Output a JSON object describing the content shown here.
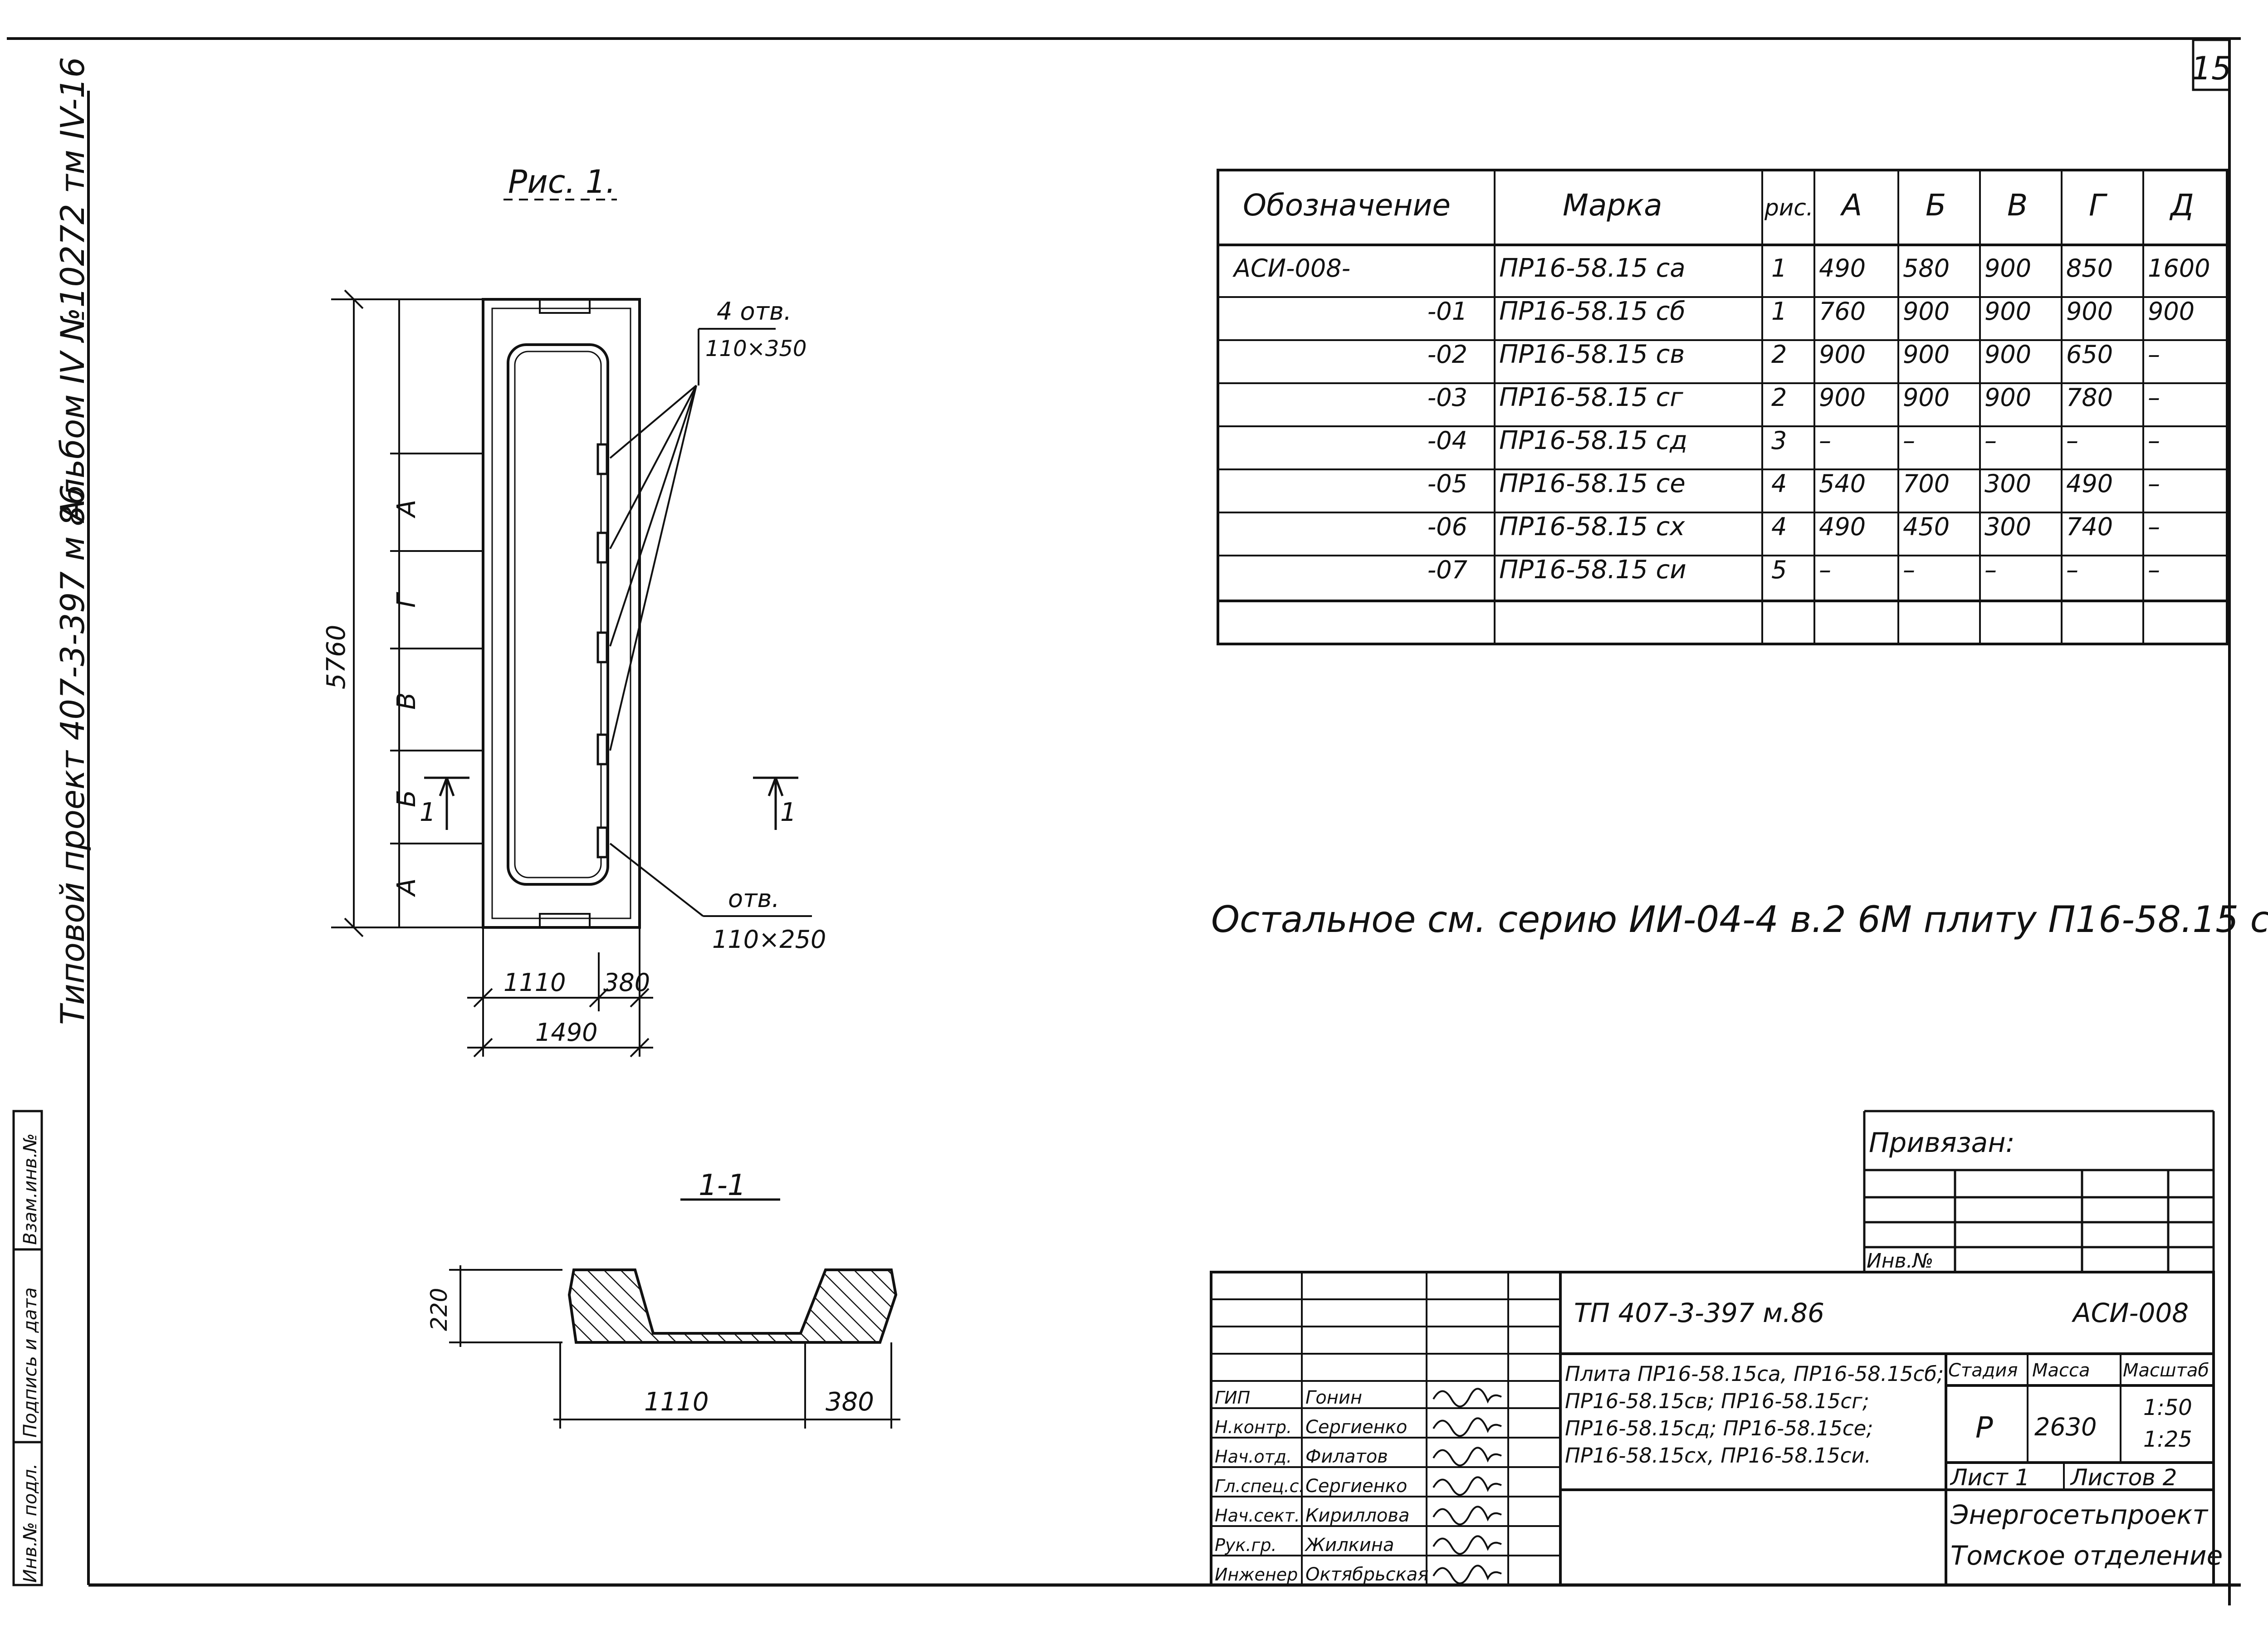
{
  "sheet_number": "15",
  "side_stamp": {
    "album_text": "Альбом IV №10272 тм IV-16",
    "project_text": "Типовой проект 407-3-397 м 86",
    "cells": [
      "Инв.№ подл.",
      "Подпись и дата",
      "Взам.инв.№"
    ]
  },
  "figure": {
    "title": "Рис. 1.",
    "section_title": "1-1",
    "holes_top": "4 отв.",
    "holes_top_size": "110×350",
    "hole_bottom": "отв.",
    "hole_bottom_size": "110×250",
    "dim_total_length": "5760",
    "dim_letters": [
      "А",
      "Г",
      "В",
      "Б",
      "А"
    ],
    "dim_1110": "1110",
    "dim_380": "380",
    "dim_1490": "1490",
    "section_mark": "1",
    "sec_dim_220": "220",
    "sec_dim_1110": "1110",
    "sec_dim_380": "380"
  },
  "table": {
    "headers": [
      "Обозначение",
      "Марка",
      "рис.",
      "А",
      "Б",
      "В",
      "Г",
      "Д"
    ],
    "rows": [
      [
        "АСИ-008-",
        "ПР16-58.15 са",
        "1",
        "490",
        "580",
        "900",
        "850",
        "1600"
      ],
      [
        "-01",
        "ПР16-58.15 сб",
        "1",
        "760",
        "900",
        "900",
        "900",
        "900"
      ],
      [
        "-02",
        "ПР16-58.15 св",
        "2",
        "900",
        "900",
        "900",
        "650",
        "–"
      ],
      [
        "-03",
        "ПР16-58.15 сг",
        "2",
        "900",
        "900",
        "900",
        "780",
        "–"
      ],
      [
        "-04",
        "ПР16-58.15 сд",
        "3",
        "–",
        "–",
        "–",
        "–",
        "–"
      ],
      [
        "-05",
        "ПР16-58.15 се",
        "4",
        "540",
        "700",
        "300",
        "490",
        "–"
      ],
      [
        "-06",
        "ПР16-58.15 сх",
        "4",
        "490",
        "450",
        "300",
        "740",
        "–"
      ],
      [
        "-07",
        "ПР16-58.15 си",
        "5",
        "–",
        "–",
        "–",
        "–",
        "–"
      ],
      [
        "",
        "",
        "",
        "",
        "",
        "",
        "",
        ""
      ]
    ]
  },
  "note": "Остальное см. серию ИИ-04-4 в.2 6М плиту П16-58.15 с",
  "privyazan": {
    "title": "Привязан:",
    "inv_label": "Инв.№"
  },
  "title_block": {
    "doc_code": "ТП 407-3-397 м.86",
    "doc_id": "АСИ-008",
    "description": [
      "Плита ПР16-58.15са, ПР16-58.15сб;",
      "ПР16-58.15св; ПР16-58.15сг;",
      "ПР16-58.15сд; ПР16-58.15се;",
      "ПР16-58.15сх, ПР16-58.15си."
    ],
    "stage_label": "Стадия",
    "mass_label": "Масса",
    "scale_label": "Масштаб",
    "stage_value": "Р",
    "mass_value": "2630",
    "scale_values": [
      "1:50",
      "1:25"
    ],
    "sheet_label": "Лист 1",
    "sheets_label": "Листов 2",
    "org_name": "Энергосетьпроект",
    "org_dept": "Томское отделение",
    "staff": [
      {
        "role": "ГИП",
        "name": "Гонин"
      },
      {
        "role": "Н.контр.",
        "name": "Сергиенко"
      },
      {
        "role": "Нач.отд.",
        "name": "Филатов"
      },
      {
        "role": "Гл.спец.с.",
        "name": "Сергиенко"
      },
      {
        "role": "Нач.сект.",
        "name": "Кириллова"
      },
      {
        "role": "Рук.гр.",
        "name": "Жилкина"
      },
      {
        "role": "Инженер",
        "name": "Октябрьская"
      }
    ]
  }
}
